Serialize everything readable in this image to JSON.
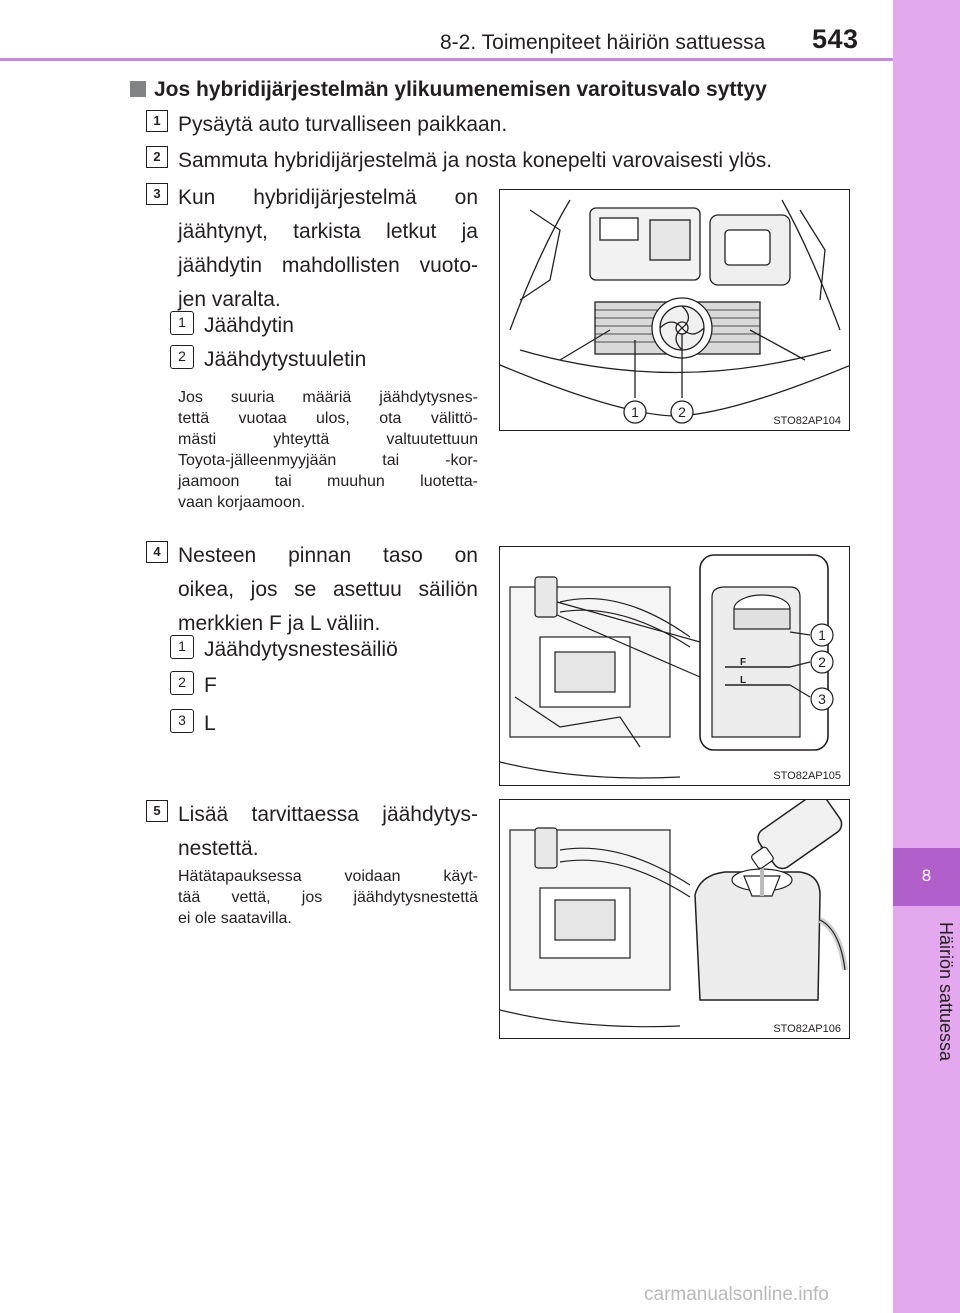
{
  "header": {
    "section_title": "8-2. Toimenpiteet häiriön sattuessa",
    "page_number": "543"
  },
  "side_tab": {
    "chapter_number": "8",
    "chapter_title": "Häiriön sattuessa"
  },
  "section_heading": "Jos hybridijärjestelmän ylikuumenemisen varoitusvalo syttyy",
  "steps": [
    {
      "num": "1",
      "text": "Pysäytä auto turvalliseen paikkaan."
    },
    {
      "num": "2",
      "text": "Sammuta hybridijärjestelmä ja nosta konepelti varovaisesti ylös."
    },
    {
      "num": "3",
      "text_lines": [
        "Kun hybridijärjestelmä on",
        "jäähtynyt, tarkista letkut ja",
        "jäähdytin mahdollisten vuoto-",
        "jen varalta."
      ],
      "items": [
        {
          "num": "1",
          "label": "Jäähdytin"
        },
        {
          "num": "2",
          "label": "Jäähdytystuuletin"
        }
      ],
      "note_lines": [
        "Jos suuria määriä jäähdytysnes-",
        "tettä vuotaa ulos, ota välittö-",
        "mästi yhteyttä valtuutettuun",
        "Toyota-jälleenmyyjään tai -kor-",
        "jaamoon tai muuhun luotetta-",
        "vaan korjaamoon."
      ],
      "figure_code": "STO82AP104",
      "callouts": [
        "1",
        "2"
      ]
    },
    {
      "num": "4",
      "text_lines": [
        "Nesteen pinnan taso on",
        "oikea, jos se asettuu säiliön",
        "merkkien F ja L väliin."
      ],
      "items": [
        {
          "num": "1",
          "label": "Jäähdytysnestesäiliö"
        },
        {
          "num": "2",
          "label": "F"
        },
        {
          "num": "3",
          "label": "L"
        }
      ],
      "figure_code": "STO82AP105",
      "callouts": [
        "1",
        "2",
        "3"
      ],
      "mark_f": "F",
      "mark_l": "L"
    },
    {
      "num": "5",
      "text_lines": [
        "Lisää tarvittaessa jäähdytys-",
        "nestettä."
      ],
      "note_lines": [
        "Hätätapauksessa voidaan käyt-",
        "tää vettä, jos jäähdytysnestettä",
        "ei ole saatavilla."
      ],
      "figure_code": "STO82AP106"
    }
  ],
  "watermark": "carmanualsonline.info"
}
